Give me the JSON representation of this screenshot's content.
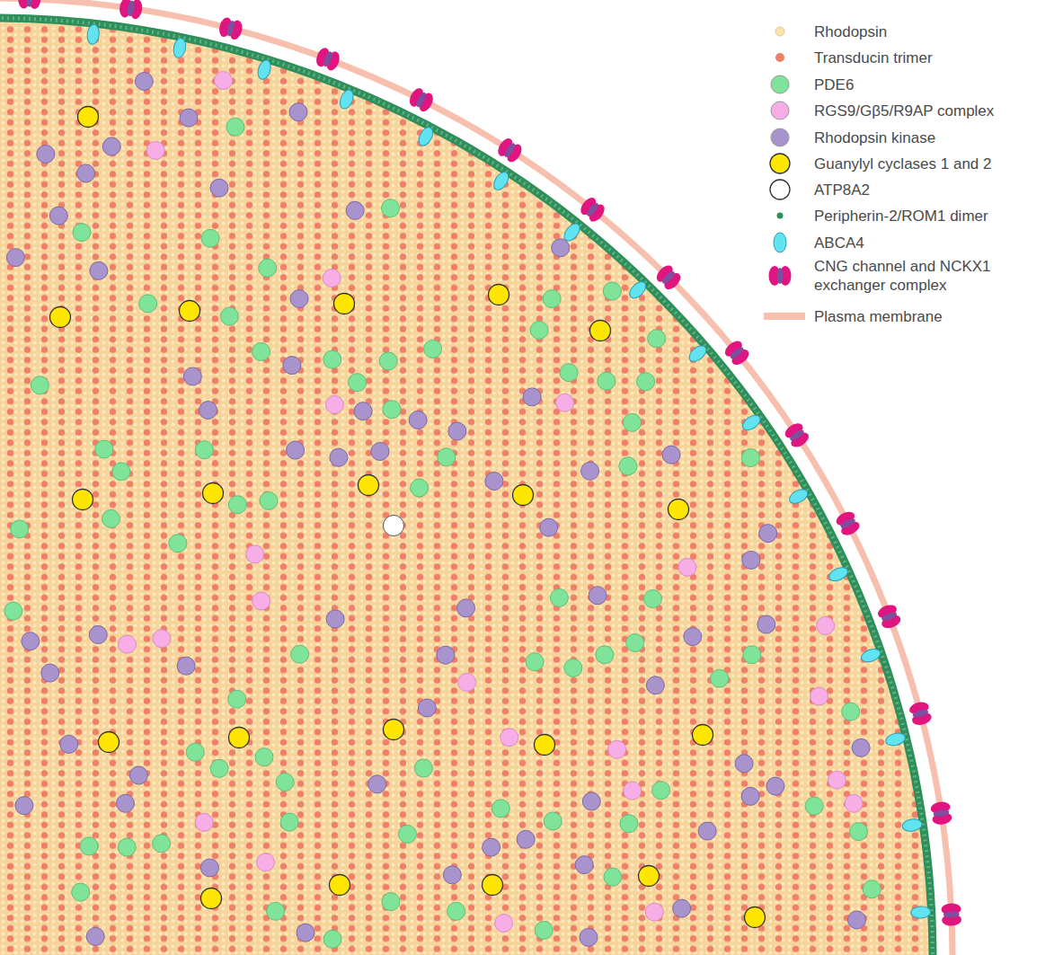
{
  "diagram": {
    "legend": [
      {
        "text": "Rhodopsin",
        "color": "#fbe1ae"
      },
      {
        "text": "Transducin trimer",
        "color": "#ef7f68"
      },
      {
        "text": "PDE6",
        "color": "#80e39a"
      },
      {
        "text": "RGS9/Gβ5/R9AP complex",
        "color": "#f7aee6"
      },
      {
        "text": "Rhodopsin kinase",
        "color": "#a993cc"
      },
      {
        "text": "Guanylyl cyclases 1 and 2",
        "color": "#ffe600"
      },
      {
        "text": "ATP8A2",
        "color": "#ffffff"
      },
      {
        "text": "Peripherin-2/ROM1 dimer",
        "color": "#2f8f5b"
      },
      {
        "text": "ABCA4",
        "color": "#62e3f2"
      },
      {
        "text": "CNG channel and NCKX1 exchanger complex"
      },
      {
        "text": "Plasma membrane"
      }
    ]
  }
}
